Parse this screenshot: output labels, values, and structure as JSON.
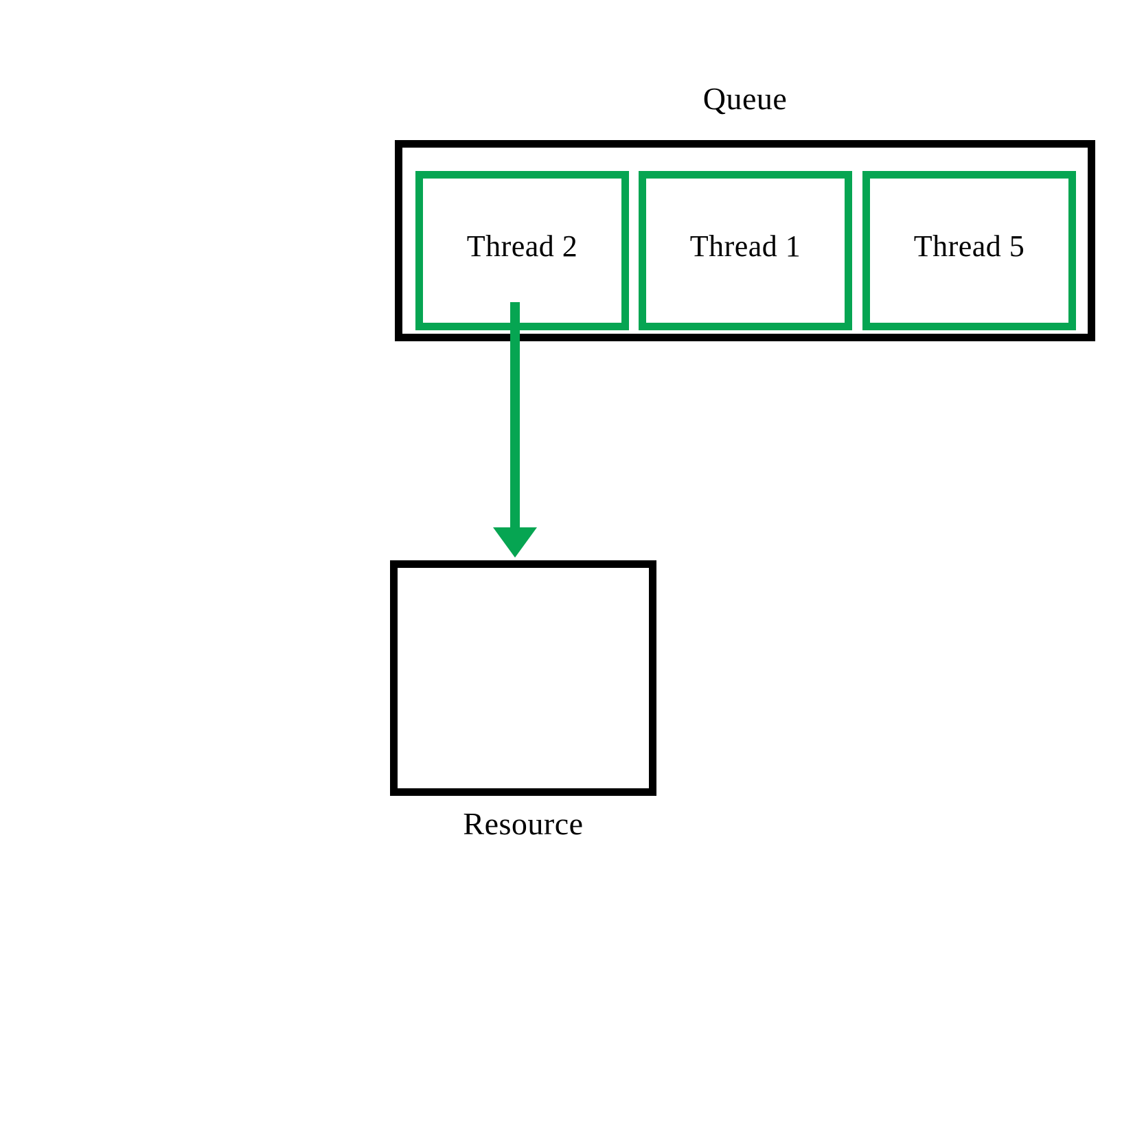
{
  "diagram": {
    "title_queue": "Queue",
    "title_resource": "Resource",
    "colors": {
      "thread_border": "#06a552",
      "arrow": "#06a552",
      "box_border": "#000000",
      "background": "#ffffff"
    },
    "queue": {
      "label": "Queue",
      "threads": [
        {
          "label": "Thread 2"
        },
        {
          "label": "Thread 1"
        },
        {
          "label": "Thread 5"
        }
      ]
    },
    "resource": {
      "label": "Resource"
    },
    "arrow": {
      "from": "Thread 2",
      "to": "Resource",
      "direction": "down"
    }
  }
}
